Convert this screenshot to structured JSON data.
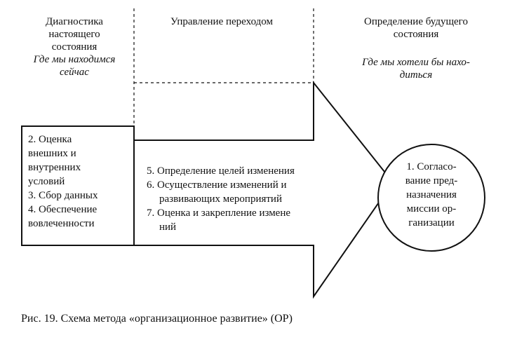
{
  "columns": {
    "diagnosis": {
      "title_line1": "Диагностика",
      "title_line2": "настоящего",
      "title_line3": "состояния",
      "subtitle_line1": "Где мы находимся",
      "subtitle_line2": "сейчас"
    },
    "transition": {
      "title": "Управление переходом"
    },
    "future": {
      "title_line1": "Определение будущего",
      "title_line2": "состояния",
      "subtitle_line1": "Где мы хотели бы нахо-",
      "subtitle_line2": "диться"
    }
  },
  "left_box": {
    "lines": [
      "2. Оценка",
      "внешних и",
      "внутренних",
      "условий",
      "3. Сбор данных",
      "4. Обеспечение",
      "вовлеченности"
    ]
  },
  "arrow": {
    "lines": [
      "5. Определение целей изменения",
      "6. Осуществление изменений и",
      "развивающих мероприятий",
      "7. Оценка и закрепление измене",
      "ний"
    ]
  },
  "circle": {
    "lines": [
      "1. Согласо-",
      "вание пред-",
      "назначения",
      "миссии ор-",
      "ганизации"
    ]
  },
  "caption": "Рис. 19. Схема метода «организационное развитие» (ОР)"
}
